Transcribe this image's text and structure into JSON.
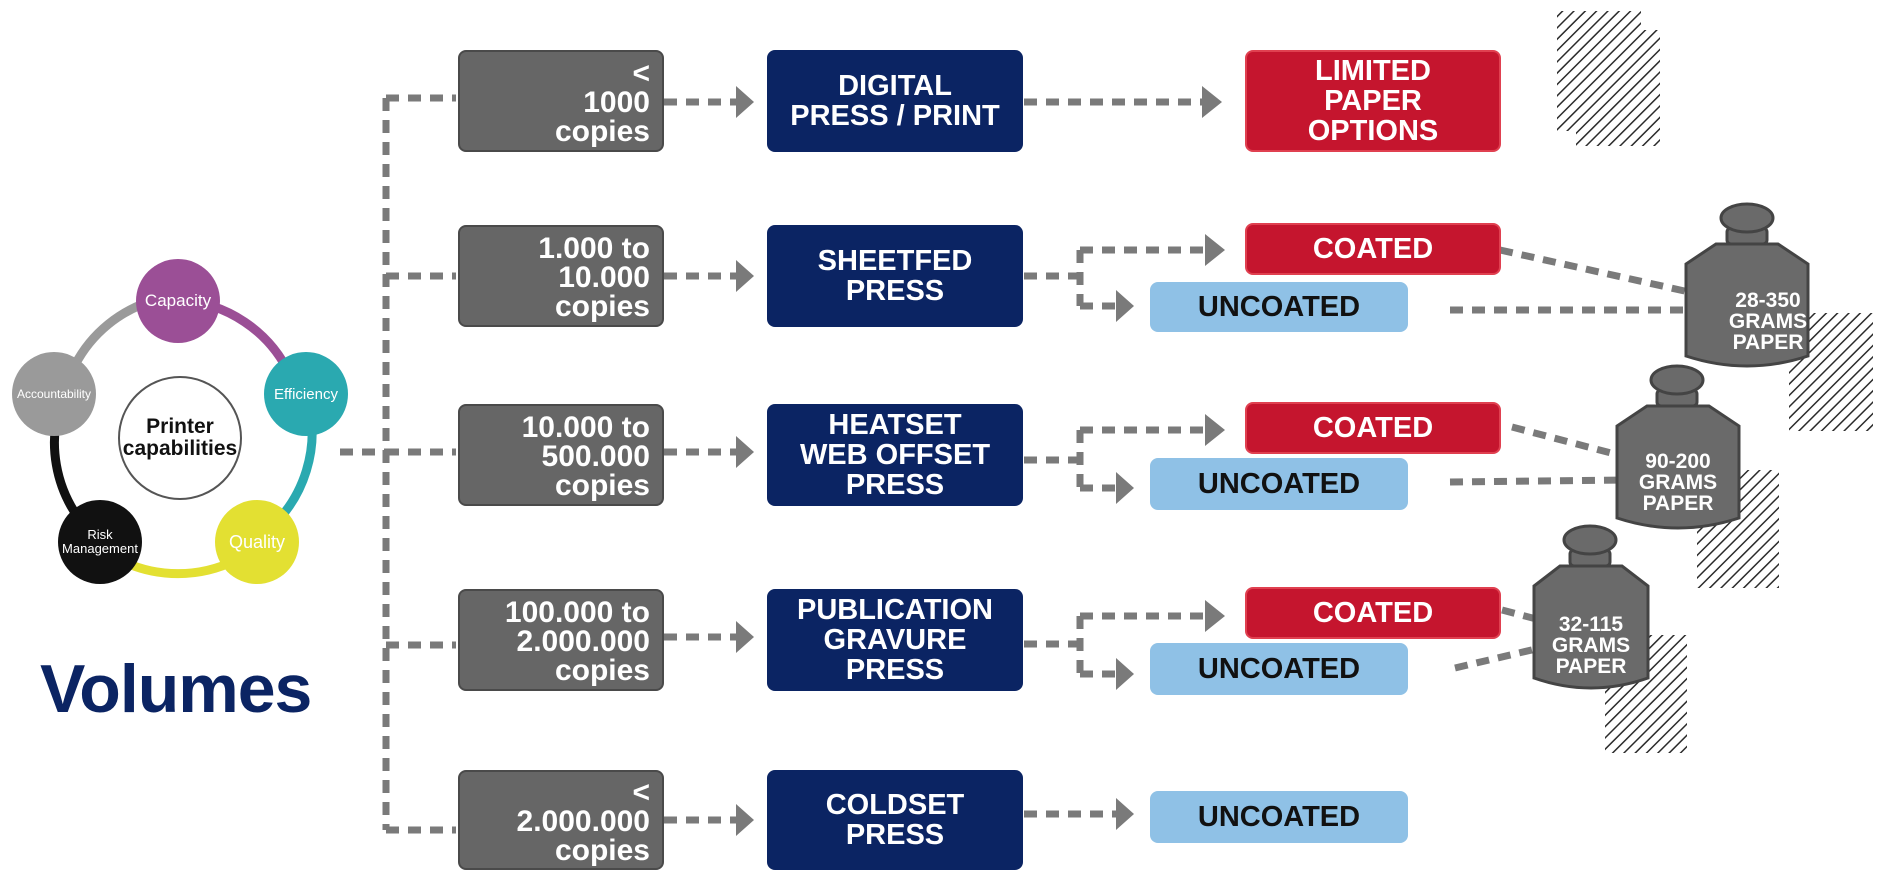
{
  "cycle": {
    "center": "Printer\ncapabilities",
    "nodes": [
      {
        "label": "Capacity",
        "color": "#9b4f96"
      },
      {
        "label": "Efficiency",
        "color": "#2aa9b0"
      },
      {
        "label": "Quality",
        "color": "#e3e032"
      },
      {
        "label": "Risk\nManagement",
        "color": "#111111"
      },
      {
        "label": "Accountability",
        "color": "#9a9a9a"
      }
    ]
  },
  "title": "Volumes",
  "rows": [
    {
      "volume": "<\n1000\ncopies",
      "press": "DIGITAL\nPRESS / PRINT",
      "paper_a": "LIMITED\nPAPER\nOPTIONS"
    },
    {
      "volume": "1.000 to\n10.000\ncopies",
      "press": "SHEETFED\nPRESS",
      "coated": "COATED",
      "uncoated": "UNCOATED"
    },
    {
      "volume": "10.000 to\n500.000\ncopies",
      "press": "HEATSET\nWEB OFFSET\nPRESS",
      "coated": "COATED",
      "uncoated": "UNCOATED"
    },
    {
      "volume": "100.000 to\n2.000.000\ncopies",
      "press": "PUBLICATION\nGRAVURE\nPRESS",
      "coated": "COATED",
      "uncoated": "UNCOATED"
    },
    {
      "volume": "<\n2.000.000\ncopies",
      "press": "COLDSET\nPRESS",
      "uncoated": "UNCOATED"
    }
  ],
  "weights": [
    {
      "label": "28-350\nGRAMS\nPAPER"
    },
    {
      "label": "90-200\nGRAMS\nPAPER"
    },
    {
      "label": "32-115\nGRAMS\nPAPER"
    }
  ],
  "colors": {
    "press": "#0b2463",
    "coated": "#c5152e",
    "uncoated": "#8fc1e6",
    "volume_box": "#666666",
    "connector": "#7a7a7a"
  }
}
